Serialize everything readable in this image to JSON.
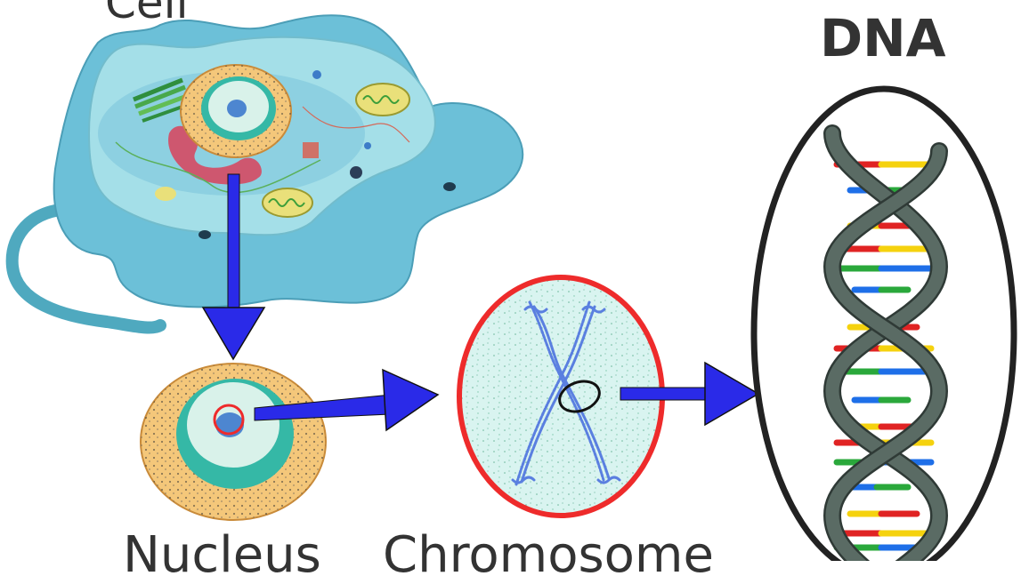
{
  "labels": {
    "cell": "Cell",
    "dna": "DNA",
    "nucleus": "Nucleus",
    "chromosome": "Chromosome"
  },
  "colors": {
    "arrow": "#2a2ae8",
    "cytoplasm": "#9fdbe6",
    "cell_outline": "#5aaec4",
    "nucleus_envelope": "#f0b870",
    "nucleus_teal": "#3fbfae",
    "chromosome_ring": "#ee2b2b",
    "chromosome_fill": "#d9f4f0",
    "chromatin": "#5a7fe0",
    "dna_backbone": "#5a6b64",
    "base_red": "#e02323",
    "base_yellow": "#f5d20e",
    "base_blue": "#1e6fe8",
    "base_green": "#2aa83b",
    "ellipse_outline": "#222222"
  },
  "icons": [
    "animal-cell-illustration",
    "nucleus-illustration",
    "chromosome-illustration",
    "dna-double-helix-illustration",
    "arrow-down",
    "arrow-right"
  ]
}
